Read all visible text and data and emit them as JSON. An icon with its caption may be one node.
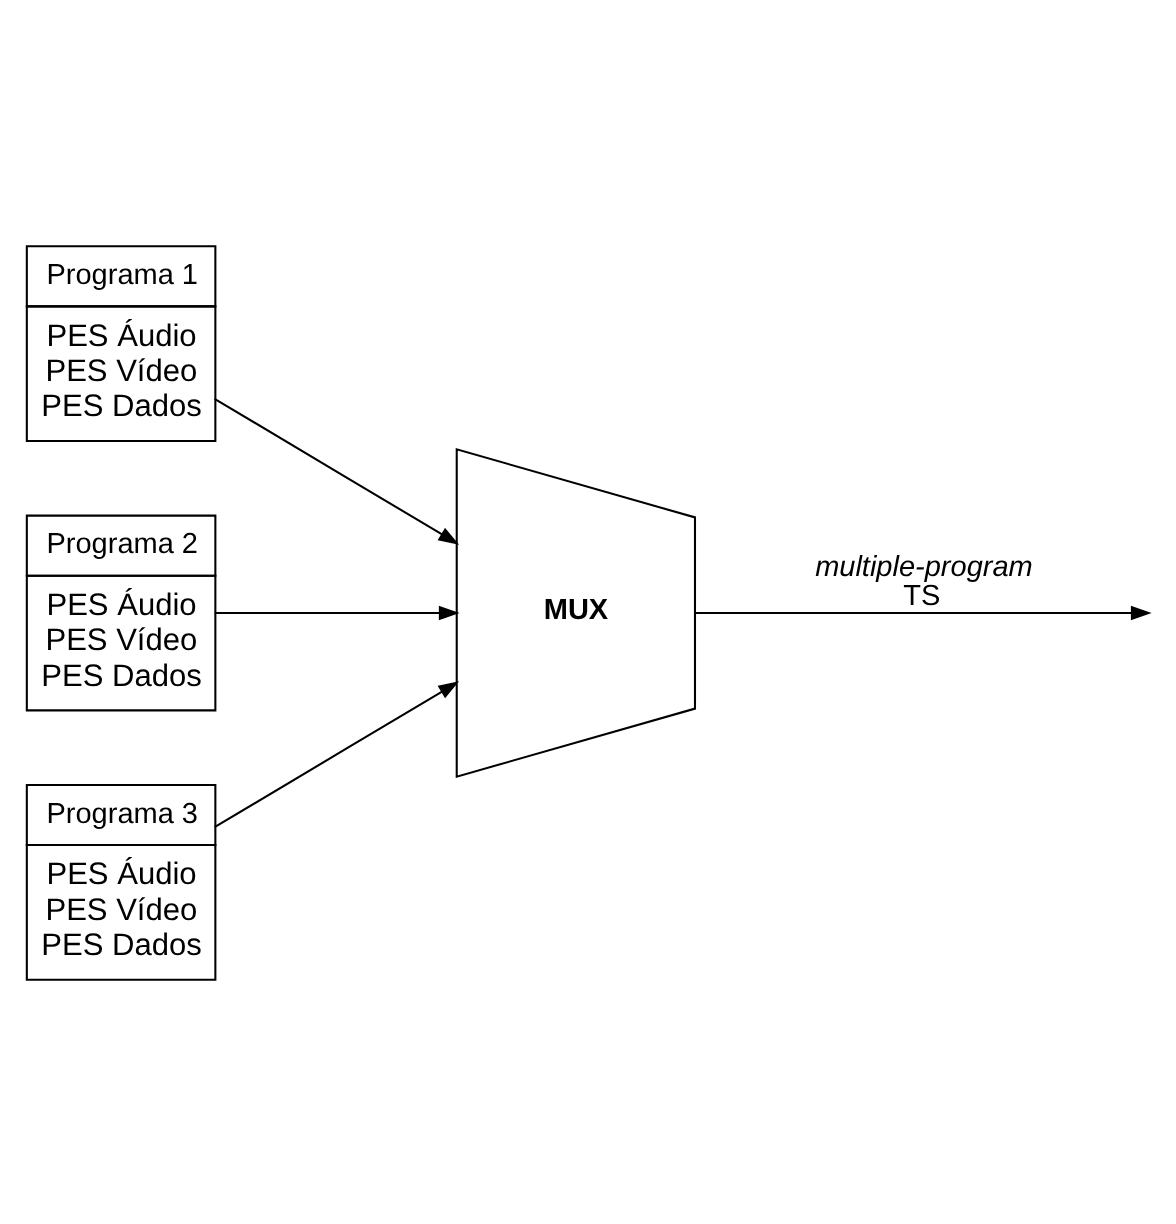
{
  "diagram": {
    "nodes": [
      {
        "text": [
          "Programa 1",
          "PES Áudio",
          "PES Vídeo",
          "PES Dados"
        ]
      },
      {
        "text": [
          "Programa 2",
          "PES Áudio",
          "PES Vídeo",
          "PES Dados"
        ]
      },
      {
        "text": [
          "Programa 3",
          "PES Áudio",
          "PES Vídeo",
          "PES Dados"
        ]
      },
      {
        "text": [
          "MUX"
        ]
      }
    ],
    "edges": [
      {
        "from": 0,
        "to": 3,
        "arrow": "to"
      },
      {
        "from": 1,
        "to": 3,
        "arrow": "to"
      },
      {
        "from": 2,
        "to": 3,
        "arrow": "to"
      },
      {
        "from": 3,
        "to": null,
        "arrow": "to",
        "label": "*multiple-program* TS"
      }
    ]
  }
}
